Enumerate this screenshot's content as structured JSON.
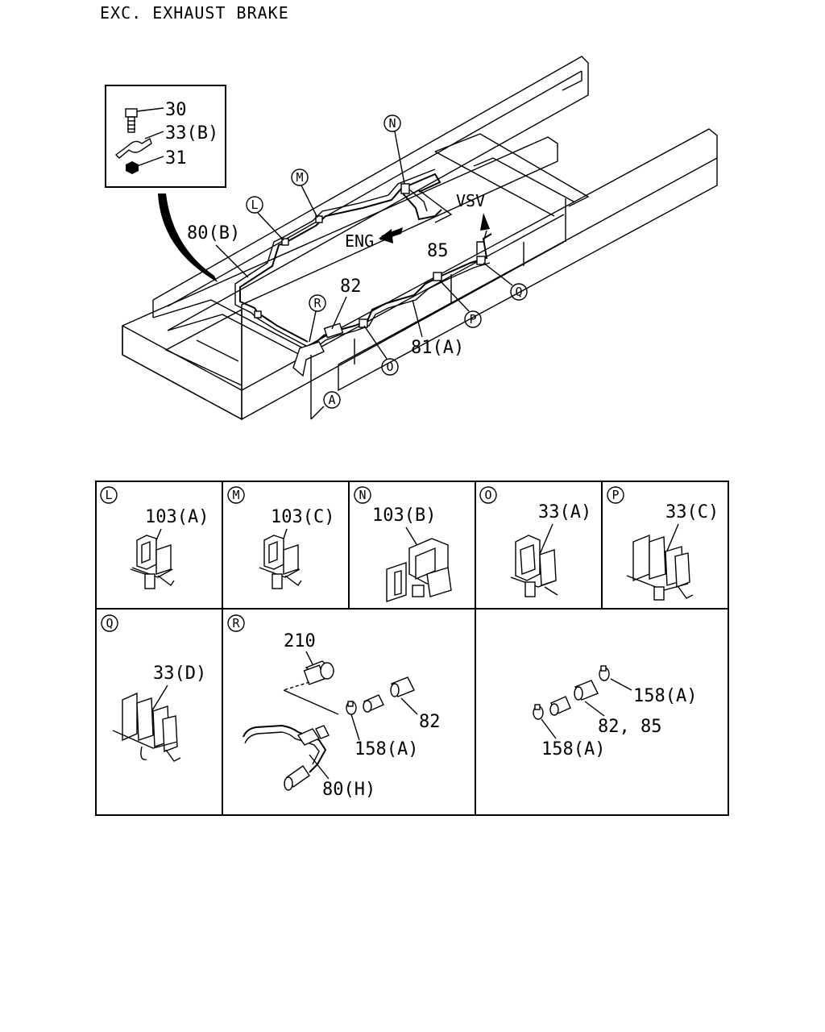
{
  "title": "EXC. EXHAUST BRAKE",
  "inset": {
    "parts": [
      "30",
      "33(B)",
      "31"
    ]
  },
  "main_labels": {
    "pipe_80b": "80(B)",
    "pipe_82": "82",
    "part_85": "85",
    "pipe_81a": "81(A)",
    "eng": "ENG",
    "vsv": "VSV"
  },
  "callouts": {
    "L": "L",
    "M": "M",
    "N": "N",
    "O": "O",
    "P": "P",
    "Q": "Q",
    "R": "R",
    "A": "A"
  },
  "detail_cells": [
    {
      "key": "L",
      "part": "103(A)"
    },
    {
      "key": "M",
      "part": "103(C)"
    },
    {
      "key": "N",
      "part": "103(B)"
    },
    {
      "key": "O",
      "part": "33(A)"
    },
    {
      "key": "P",
      "part": "33(C)"
    },
    {
      "key": "Q",
      "part": "33(D)"
    }
  ],
  "detail_r": {
    "key": "R",
    "part_210": "210",
    "part_158a": "158(A)",
    "part_82": "82",
    "part_80h": "80(H)"
  },
  "detail_plain": {
    "part_158a_top": "158(A)",
    "part_82_85": "82, 85",
    "part_158a_bottom": "158(A)"
  }
}
